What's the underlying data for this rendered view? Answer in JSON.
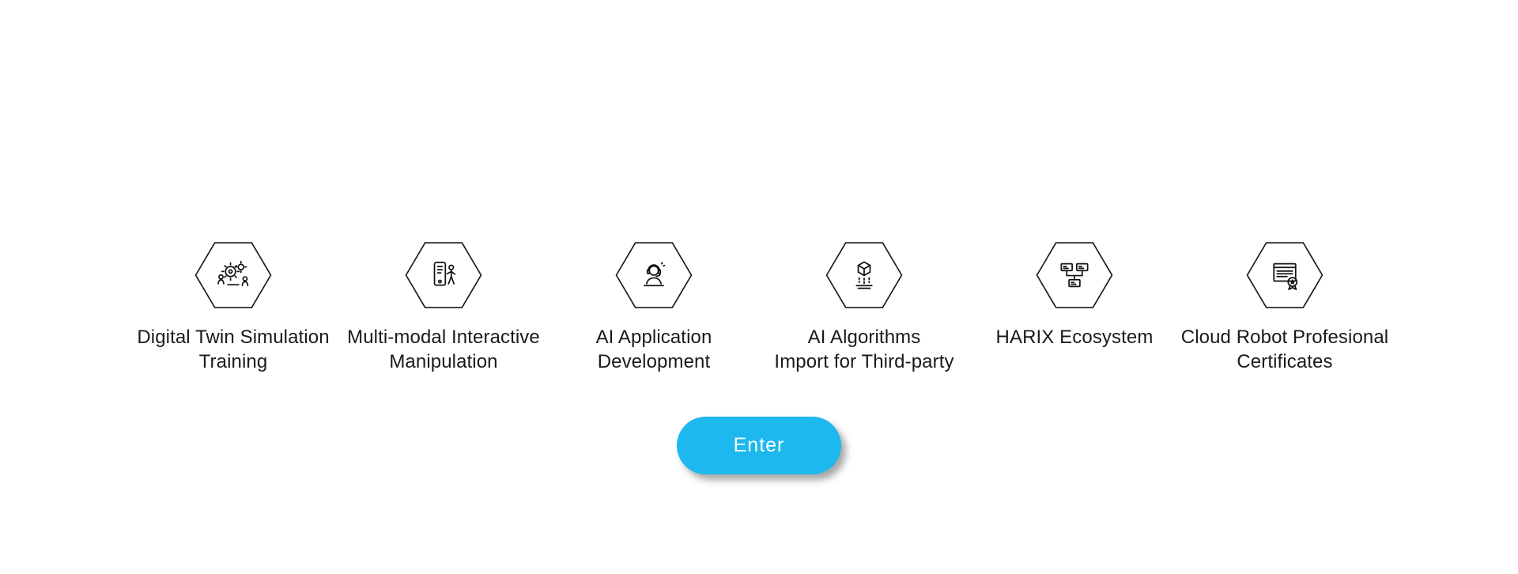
{
  "page": {
    "background": "#ffffff",
    "text_color": "#1a1a1a"
  },
  "features": [
    {
      "label": "Digital Twin Simulation\nTraining",
      "icon": "digital-twin-icon"
    },
    {
      "label": "Multi-modal Interactive\nManipulation",
      "icon": "multimodal-manipulation-icon"
    },
    {
      "label": "AI Application\nDevelopment",
      "icon": "ai-application-icon"
    },
    {
      "label": "AI Algorithms\nImport for Third-party",
      "icon": "ai-algorithms-icon"
    },
    {
      "label": "HARIX Ecosystem",
      "icon": "harix-ecosystem-icon"
    },
    {
      "label": "Cloud Robot Profesional\nCertificates",
      "icon": "certificates-icon"
    }
  ],
  "enter_button": {
    "label": "Enter",
    "color": "#1cb8ee",
    "text_color": "#ffffff"
  }
}
